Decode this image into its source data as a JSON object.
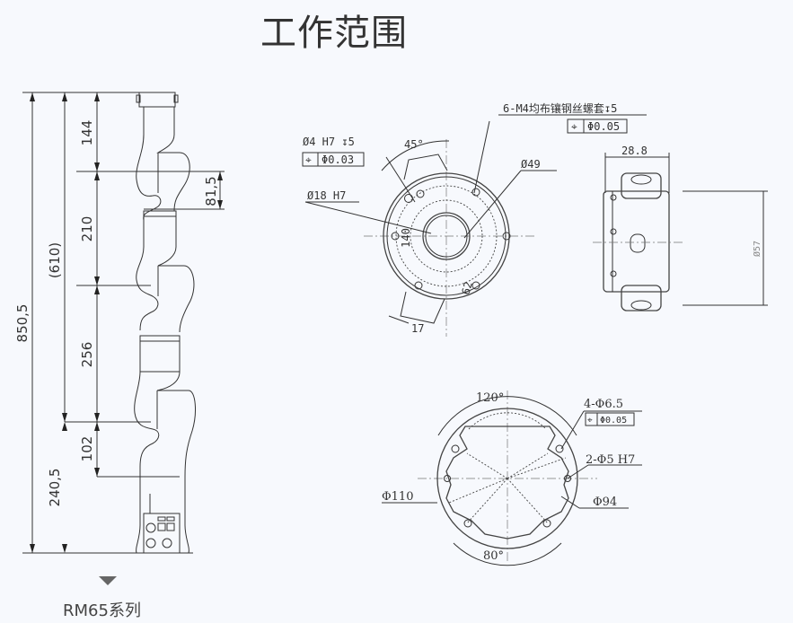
{
  "title": "工作范围",
  "caption": "RM65系列",
  "robot_dims": {
    "total": "850,5",
    "reach": "(610)",
    "seg1": "144",
    "seg2": "210",
    "seg3": "256",
    "seg4": "102",
    "base": "240,5",
    "offset": "81,5"
  },
  "flange_top": {
    "thread_note": "6-M4均布镶钢丝螺套↧5",
    "thread_tol": "Φ0.05",
    "pin_note": "Ø4 H7 ↧5",
    "pin_tol": "Φ0.03",
    "bore": "Ø18 H7",
    "pcd": "Ø49",
    "angle": "45°",
    "dim_140": "140",
    "dim_62": "62",
    "dim_17": "17"
  },
  "side_view": {
    "width": "28.8",
    "dia": "Ø57"
  },
  "flange_bottom": {
    "angle_top": "120°",
    "angle_bottom": "80°",
    "hole_note": "4-Φ6.5",
    "hole_tol": "Φ0.05",
    "pin_note": "2-Φ5 H7",
    "outer": "Φ110",
    "pcd": "Φ94"
  },
  "colors": {
    "background": "#f7f9fd",
    "line": "#333333"
  }
}
